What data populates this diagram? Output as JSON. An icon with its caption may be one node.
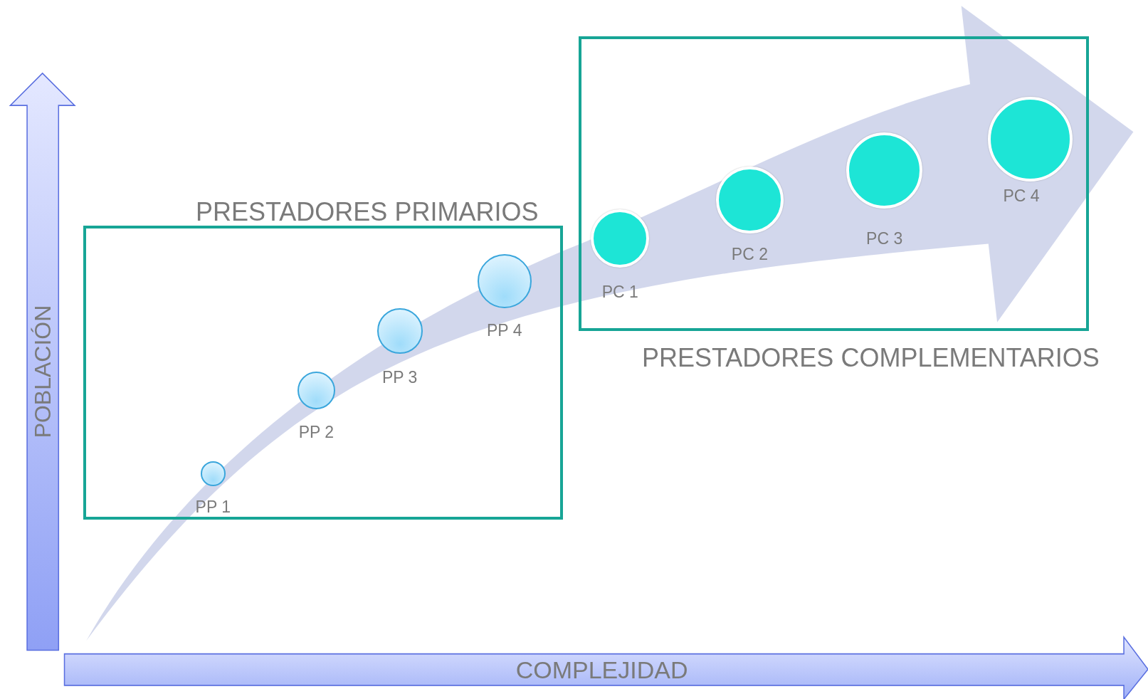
{
  "diagram": {
    "nodes": [
      {
        "text": [
          "PRESTADORES PRIMARIOS"
        ]
      },
      {
        "text": [
          "PP 1"
        ],
        "in": 0
      },
      {
        "text": [
          "PP 2"
        ],
        "in": 0
      },
      {
        "text": [
          "PP 3"
        ],
        "in": 0
      },
      {
        "text": [
          "PP 4"
        ],
        "in": 0
      },
      {
        "text": [
          "PRESTADORES COMPLEMENTARIOS"
        ]
      },
      {
        "text": [
          "PC 1"
        ],
        "in": 5
      },
      {
        "text": [
          "PC 2"
        ],
        "in": 5
      },
      {
        "text": [
          "PC 3"
        ],
        "in": 5
      },
      {
        "text": [
          "PC 4"
        ],
        "in": 5
      }
    ],
    "edges": [],
    "labels": [
      "POBLACIÓN",
      "COMPLEJIDAD"
    ]
  }
}
